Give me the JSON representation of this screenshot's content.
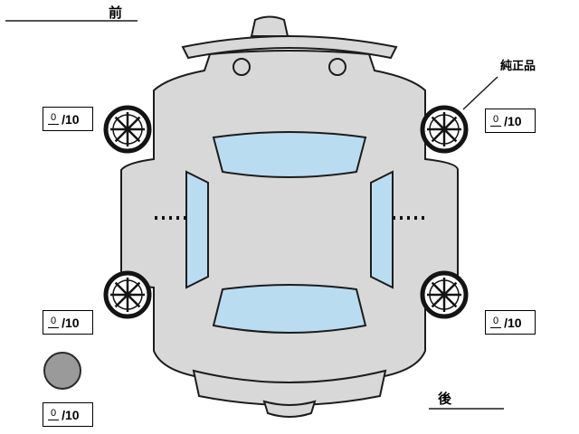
{
  "labels": {
    "front": "前",
    "rear": "後",
    "genuine_part": "純正品"
  },
  "scores": {
    "front_left": {
      "value": "0",
      "denom": "/10"
    },
    "front_right": {
      "value": "0",
      "denom": "/10"
    },
    "rear_left": {
      "value": "0",
      "denom": "/10"
    },
    "rear_right": {
      "value": "0",
      "denom": "/10"
    },
    "spare": {
      "value": "0",
      "denom": "/10"
    }
  },
  "colors": {
    "body_fill": "#d8d8d8",
    "glass_fill": "#badcf0",
    "outline": "#1c1c1c",
    "spare_tire_fill": "#9a9a9a"
  }
}
